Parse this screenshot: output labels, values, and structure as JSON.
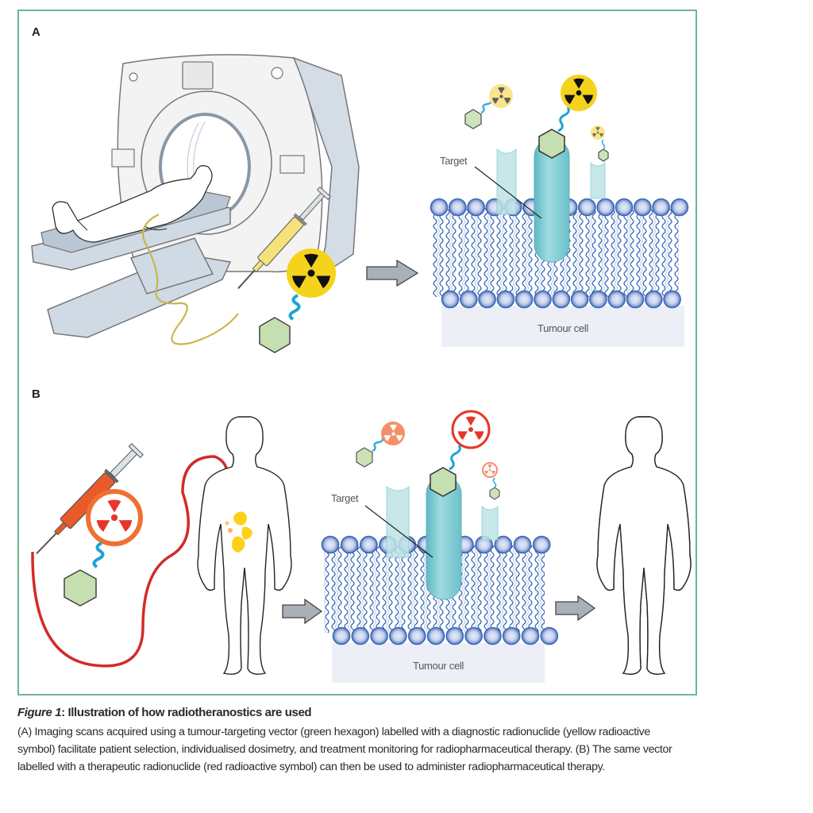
{
  "figure": {
    "panels": [
      {
        "letter": "A",
        "labels": {
          "target": "Target",
          "cell": "Tumour cell"
        },
        "radionuclide_color": "#f5d31c",
        "radionuclide_type": "diagnostic"
      },
      {
        "letter": "B",
        "labels": {
          "target": "Target",
          "cell": "Tumour cell"
        },
        "radionuclide_color": "#e8352a",
        "radionuclide_type": "therapeutic"
      }
    ],
    "colors": {
      "frame": "#6fb694",
      "vector_hexagon": "#c6dfb0",
      "linker": "#1aa3d8",
      "membrane_head": "#8da6d8",
      "membrane_tail": "#2a5fae",
      "receptor": "#86cfd6",
      "cell_body": "#eceff6",
      "arrow": "#a9b0b8",
      "iv_line_a": "#c9b64a",
      "iv_line_b": "#d42a2a",
      "uptake": "#ffcf1a"
    }
  },
  "caption": {
    "label": "Figure 1",
    "title": ": Illustration of how radiotheranostics are used",
    "body": "(A) Imaging scans acquired using a tumour-targeting vector (green hexagon) labelled with a diagnostic radionuclide (yellow radioactive symbol) facilitate patient selection, individualised dosimetry, and treatment monitoring for radiopharmaceutical therapy. (B) The same vector labelled with a therapeutic radionuclide (red radioactive symbol) can then be used to administer radiopharmaceutical therapy."
  }
}
